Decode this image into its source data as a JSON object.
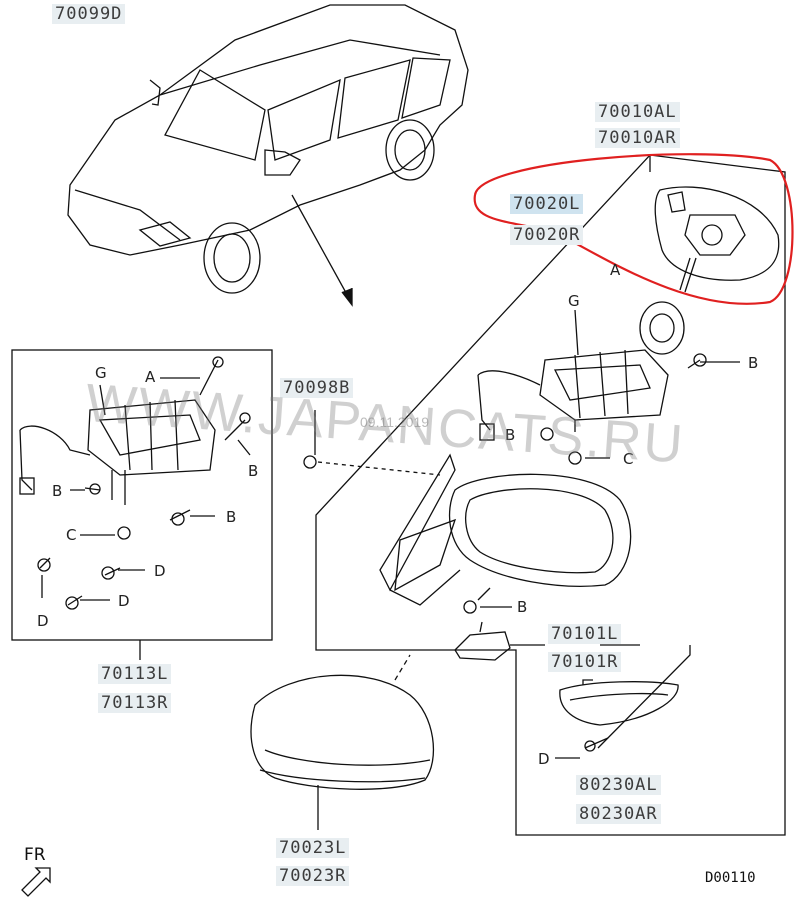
{
  "parts": {
    "p70099D": "70099D",
    "p70010AL": "70010AL",
    "p70010AR": "70010AR",
    "p70020L": "70020L",
    "p70020R": "70020R",
    "p70098B": "70098B",
    "p70113L": "70113L",
    "p70113R": "70113R",
    "p70101L": "70101L",
    "p70101R": "70101R",
    "p80230AL": "80230AL",
    "p80230AR": "80230AR",
    "p70023L": "70023L",
    "p70023R": "70023R"
  },
  "callouts": {
    "a": "A",
    "b": "B",
    "c": "C",
    "d": "D",
    "g": "G"
  },
  "watermark": "WWW.JAPANCATS.RU",
  "date_stamp": "09.11.2019",
  "diagram_code": "D00110",
  "direction": "FR",
  "colors": {
    "highlight_circle": "#e02020",
    "line": "#111111",
    "label_bg": "#e8eef1"
  }
}
